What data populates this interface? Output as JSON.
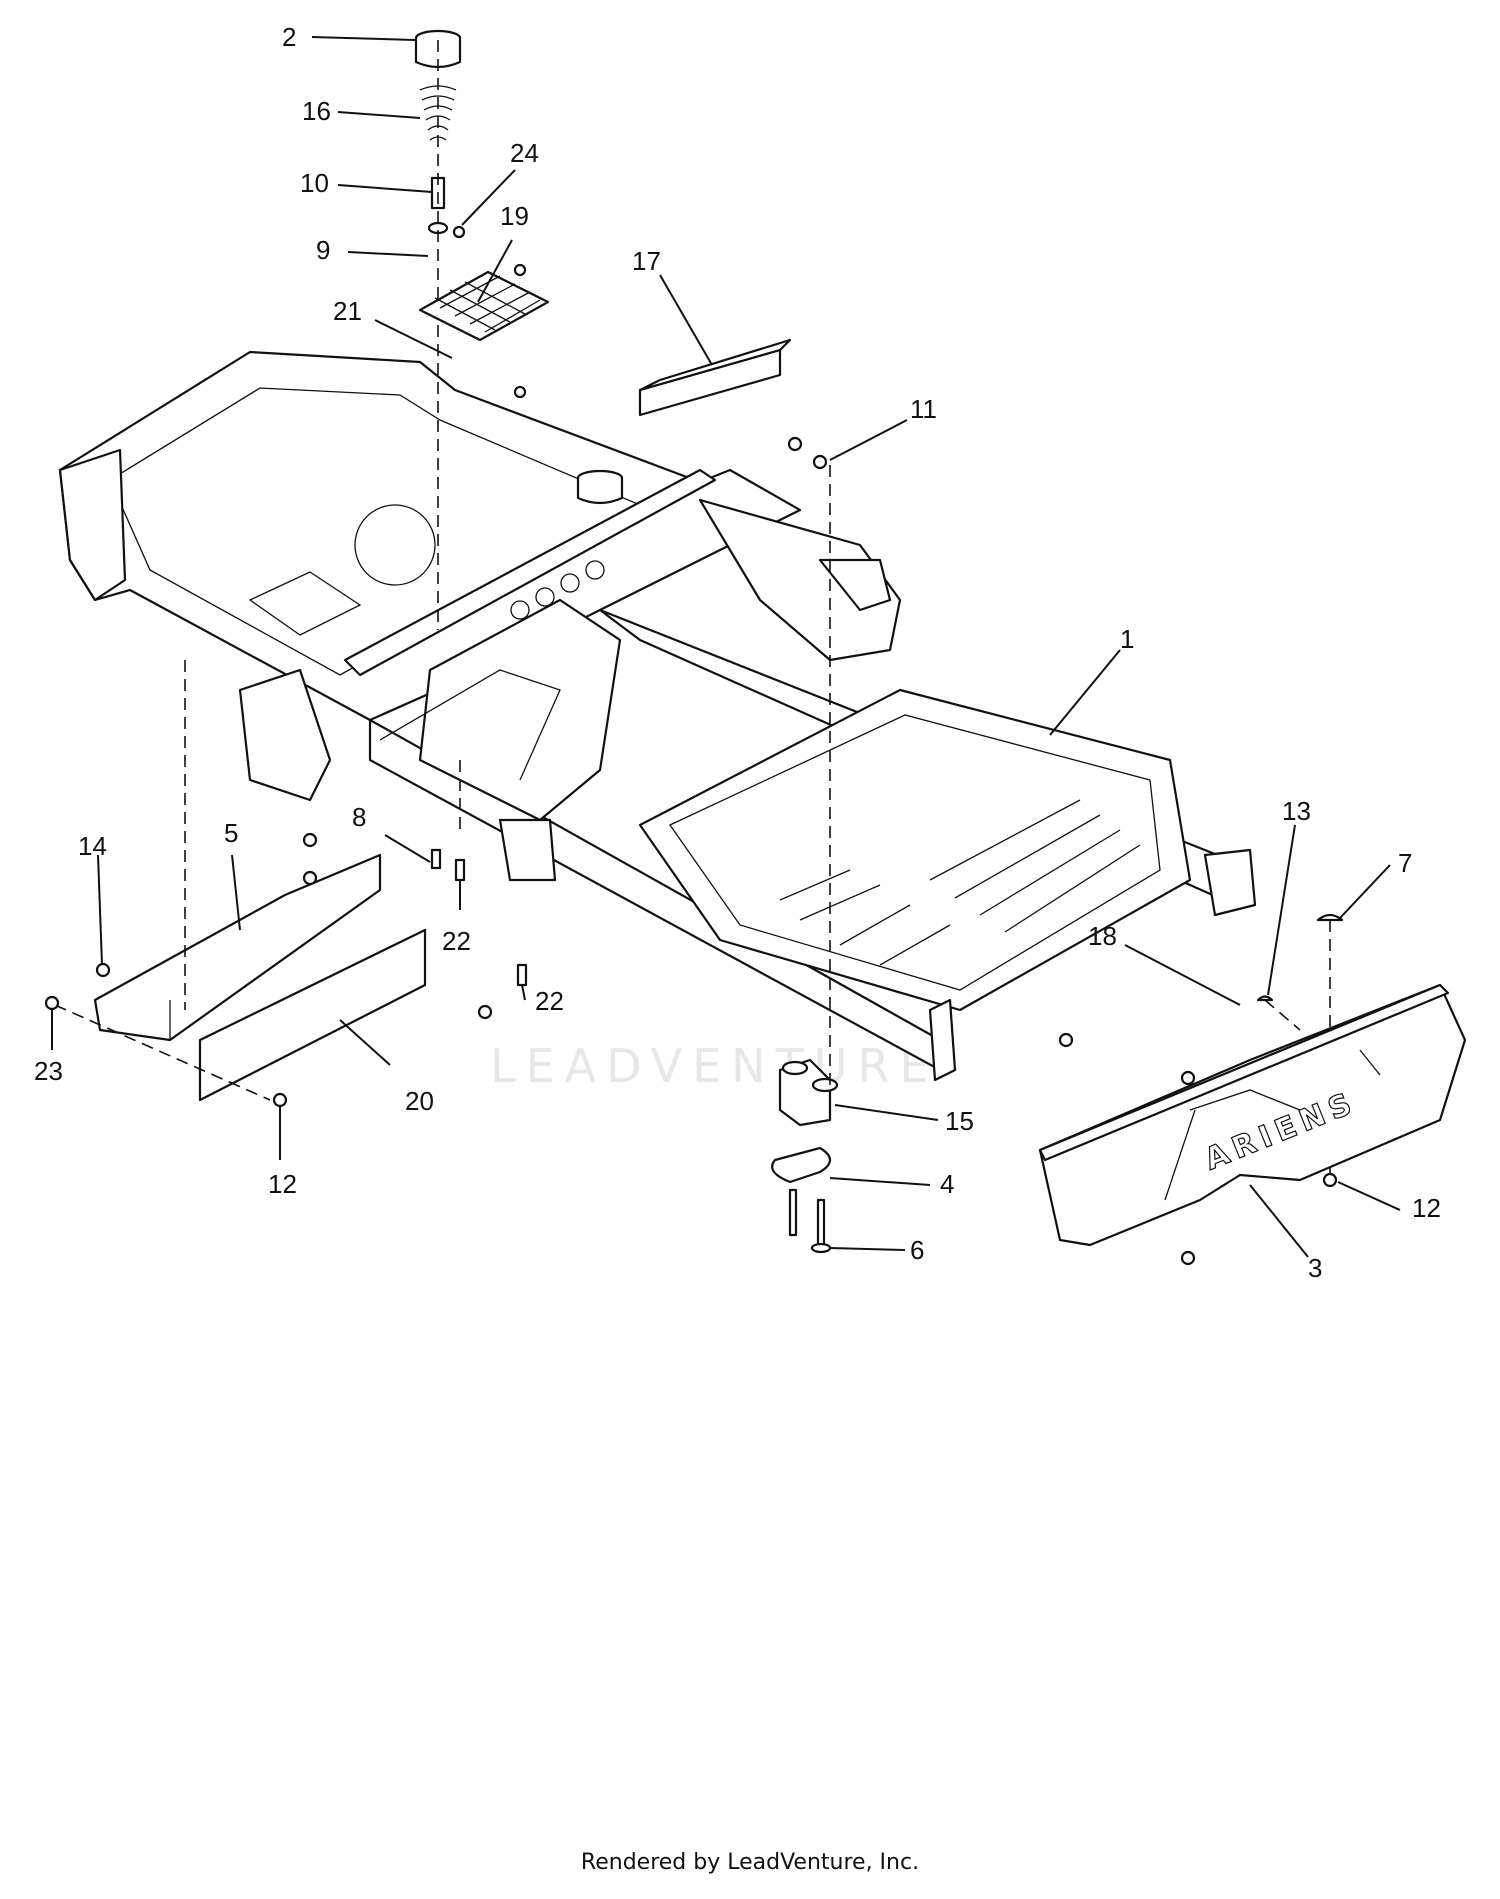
{
  "diagram": {
    "callouts": [
      {
        "id": "c2",
        "label": "2"
      },
      {
        "id": "c16",
        "label": "16"
      },
      {
        "id": "c10",
        "label": "10"
      },
      {
        "id": "c24",
        "label": "24"
      },
      {
        "id": "c9",
        "label": "9"
      },
      {
        "id": "c19",
        "label": "19"
      },
      {
        "id": "c17",
        "label": "17"
      },
      {
        "id": "c21",
        "label": "21"
      },
      {
        "id": "c11",
        "label": "11"
      },
      {
        "id": "c1",
        "label": "1"
      },
      {
        "id": "c8",
        "label": "8"
      },
      {
        "id": "c5",
        "label": "5"
      },
      {
        "id": "c14",
        "label": "14"
      },
      {
        "id": "c22a",
        "label": "22"
      },
      {
        "id": "c22b",
        "label": "22"
      },
      {
        "id": "c13",
        "label": "13"
      },
      {
        "id": "c7",
        "label": "7"
      },
      {
        "id": "c18",
        "label": "18"
      },
      {
        "id": "c23",
        "label": "23"
      },
      {
        "id": "c20",
        "label": "20"
      },
      {
        "id": "c15",
        "label": "15"
      },
      {
        "id": "c12a",
        "label": "12"
      },
      {
        "id": "c4",
        "label": "4"
      },
      {
        "id": "c12b",
        "label": "12"
      },
      {
        "id": "c6",
        "label": "6"
      },
      {
        "id": "c3",
        "label": "3"
      }
    ],
    "brand_logo_text": "ARIENS",
    "watermark_text": "LEADVENTURE"
  },
  "footer": {
    "credit": "Rendered by LeadVenture, Inc."
  }
}
